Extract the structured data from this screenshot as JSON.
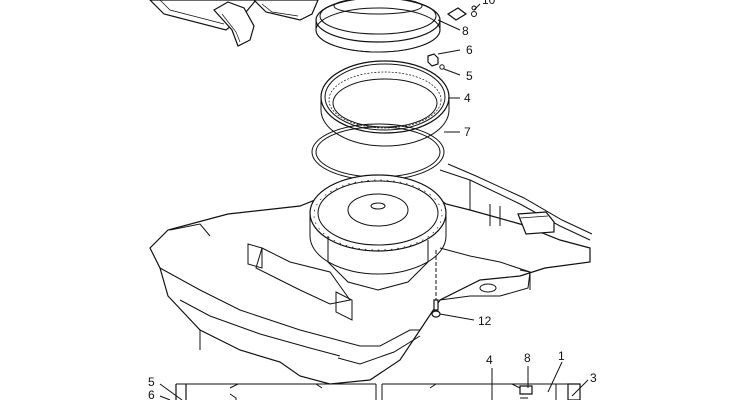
{
  "callouts": {
    "c10": "10",
    "c8_top": "8",
    "c6": "6",
    "c5_top": "5",
    "c4_top": "4",
    "c7": "7",
    "c12": "12",
    "c4_bottom": "4",
    "c8_bottom": "8",
    "c1": "1",
    "c3": "3",
    "c5_left": "5",
    "c6_left": "6"
  }
}
